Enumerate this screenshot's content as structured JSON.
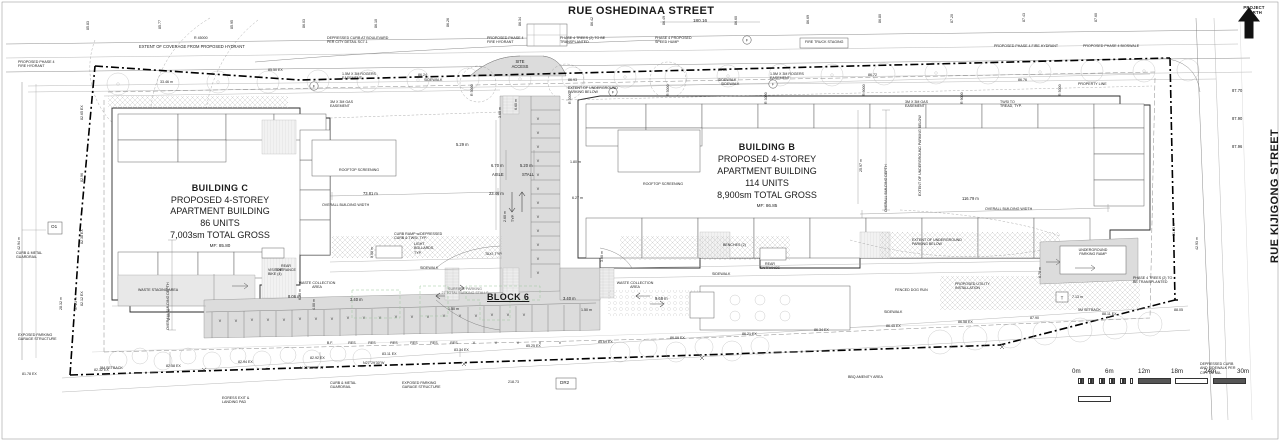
{
  "sheet": {
    "title_top_street": "RUE OSHEDINAA STREET",
    "right_street": "RUE KIJIGONG STREET",
    "block_label": "BLOCK 6",
    "north_label_line1": "PROJECT",
    "north_label_line2": "NORTH",
    "dr_marker": "DR2",
    "o1_marker": "O1",
    "top_dim": "180.16",
    "bottom_dim": "218.73"
  },
  "buildings": [
    {
      "id": "building-b",
      "name": "BUILDING B",
      "line1": "PROPOSED 4-STOREY",
      "line2": "APARTMENT BUILDING",
      "units": "114 UNITS",
      "gross": "8,900sm TOTAL GROSS",
      "mf": "MF: 86.85"
    },
    {
      "id": "building-c",
      "name": "BUILDING C",
      "line1": "PROPOSED 4-STOREY",
      "line2": "APARTMENT BUILDING",
      "units": "86 UNITS",
      "gross": "7,003sm TOTAL GROSS",
      "mf": "MF: 85.80"
    }
  ],
  "annotations": {
    "a01": "PROPOSED PHASE 4\nFIRE HYDRANT",
    "a02": "EXTENT OF COVERAGE FROM PROPOSED HYDRANT",
    "a03": "R 45000",
    "a04": "33.46 m",
    "a05": "DEPRESSED CURB AT BOULEVARD\nPER CITY DETAIL SC7.1",
    "a06": "PROPOSED PHASE 4\nFIRE HYDRANT",
    "a07": "PHASE 4 TREES (2) TO BE\nTRANSPLANTED",
    "a08": "PHASE 4 PROPOSED\nSPEED HUMP",
    "a09": "FIRE TRUCK STAGING",
    "a10": "PROPOSED PHASE 4 FIRE HYDRANT",
    "a11": "PROPOSED PHASE 4 BIOSWALE",
    "a12": "SITE\nACCESS",
    "a13": "1.5M X 3M ROGERS\nEASEMENT",
    "a14": "SIDEWALK",
    "a15": "1.5M X 3M ROGERS\nEASEMENT",
    "a16": "SIDEWALK",
    "a17": "3M X 3M GAS\nEASEMENT",
    "a18": "3M X 3M GAS\nEASEMENT",
    "a19": "PROPERTY LINE",
    "a20": "TWSI TO\nTREAD, TYP.",
    "a21": "5M SETBACK",
    "a22": "5M SETBACK",
    "a23": "ROOFTOP SCREENING",
    "a24": "ROOFTOP SCREENING",
    "a25": "OVERALL BUILDING WIDTH",
    "a26": "OVERALL BUILDING WIDTH",
    "a27": "OVERALL BUILDING DEPTH",
    "a28": "OVERALL BUILDING DEPTH",
    "a29": "EXTENT OF UNDERGROUND\nPARKING BELOW",
    "a30": "EXTENT OF UNDERGROUND\nPARKING BELOW",
    "a31": "EXTENT OF UNDERGROUND PARKING BELOW",
    "a32": "WASTE STAGING AREA",
    "a33": "WASTE COLLECTION\nAREA",
    "a34": "WASTE COLLECTION\nAREA",
    "a35": "REAR\nENTRANCE",
    "a36": "REAR\nENTRANCE",
    "a37": "CURB RAMP w/DEPRESSED\nCURB & TWSI, TYP.",
    "a38": "LIGHT\nBOLLARDS,\nTYP.",
    "a39": "SIDEWALK",
    "a40": "SIDEWALK",
    "a41": "SIDEWALK",
    "a42": "SIDEWALK",
    "a43": "SURFACE PARKING\n27 TOTAL PARKING STALLS",
    "a44": "BENCHES (2)",
    "a45": "FENCED DOG RUN",
    "a46": "UNDERGROUND\nPARKING RAMP",
    "a47": "PROPOSED UTILITY\nINSTALLATION",
    "a48": "PHASE 4 TREES (2) TO\nBE TRANSPLANTED",
    "a49": "EXPOSED PARKING\nGARAGE STRUCTURE",
    "a50": "EXPOSED PARKING\nGARAGE STRUCTURE",
    "a51": "CURB & METAL\nGUARDRAIL",
    "a52": "CURB & METAL\nGUARDRAIL",
    "a53": "EGRESS EXIT &\nLANDING PAD",
    "a54": "BBQ AMENITY AREA",
    "a55": "DEPRESSED CURB\nAND SIDEWALK PER\nCITY DETAIL",
    "a56": "VISITOR\nBIKE (4)",
    "a57": "TAXI, TYP.",
    "a58": "5M SETBACK",
    "a59": "5M SETBACK",
    "a60": "TYP."
  },
  "dimensions": {
    "d_aisle": "6.70 m",
    "d_aisle_lbl": "AISLE",
    "d_stall": "5.20 m",
    "d_stall_lbl": "STALL",
    "d_23_46": "23.46 m",
    "d_5_29": "5.29 m",
    "d_2_60": "2.60 m",
    "d_typ": "TYP.",
    "d_73_81": "73.81 m",
    "d_116_79": "116.79 m",
    "d_8_06": "8.06 m",
    "d_3_40a": "3.40 m",
    "d_3_40b": "3.40 m",
    "d_9_68": "9.68 m",
    "d_1_50a": "1.50 m",
    "d_1_50b": "1.50 m",
    "d_1_80": "1.80 m",
    "d_6_27": "6.27 m",
    "d_4_00": "4.00 m",
    "d_6_00": "6.00 m",
    "d_2_00": "2.00 m",
    "d_6_70r": "6.70 m",
    "d_7_13": "7.13 m",
    "d_9_00": "9.00 m",
    "d_3_00": "3.00 m",
    "d_25_97": "25.97 m",
    "d_33_46": "33.46 m",
    "d_42_94": "42.94 m",
    "d_42_93": "42.93 m",
    "d_51_23": "51.23 m",
    "d_57_23": "57.23 m",
    "d_28_32": "28.32 m",
    "d_3_60": "3.60 m",
    "d_6_60": "6.60 m"
  },
  "elevations": {
    "e_top": [
      "85.83",
      "85.77",
      "85.95",
      "86.03",
      "86.10",
      "86.26",
      "86.34",
      "86.42",
      "86.49",
      "86.60",
      "86.69",
      "86.80",
      "87.20",
      "87.43",
      "87.60"
    ],
    "e_top_right": [
      "87.70",
      "87.90",
      "87.96"
    ],
    "e_left": [
      "82.65 EX",
      "82.96",
      "82.38 EX",
      "82.12 EX"
    ],
    "e_bottom": [
      "81.78 EX",
      "82.32 EX",
      "82.58 EX",
      "82.94 EX",
      "82.92 EX",
      "83.11 EX",
      "83.34 EX",
      "85.25 EX",
      "85.69 EX",
      "86.09 EX",
      "86.21 EX",
      "86.34 EX",
      "86.45 EX",
      "86.58 EX",
      "87.90",
      "88.11 EX",
      "88.05"
    ],
    "e_markers": [
      "85.50 EX",
      "86.24",
      "86.93",
      "86.86",
      "86.72",
      "86.76"
    ],
    "bearing1": "N27°29'30\"W",
    "bearing2": "N 28°56'48\" W",
    "r_value": "R 45000",
    "radii": [
      "R 5000",
      "R 5000",
      "R 5000",
      "R 3000",
      "R 9000",
      "R 9000",
      "R 5000"
    ]
  },
  "scale_bar": {
    "ticks": [
      "0m",
      "6m",
      "12m",
      "18m",
      "24m",
      "30m"
    ]
  },
  "colors": {
    "paving": "#dcdcdc",
    "building_outline": "#2b2b2b",
    "property_line": "#000000",
    "green_dash": "#9cc79c",
    "text": "#1a1a1a"
  }
}
